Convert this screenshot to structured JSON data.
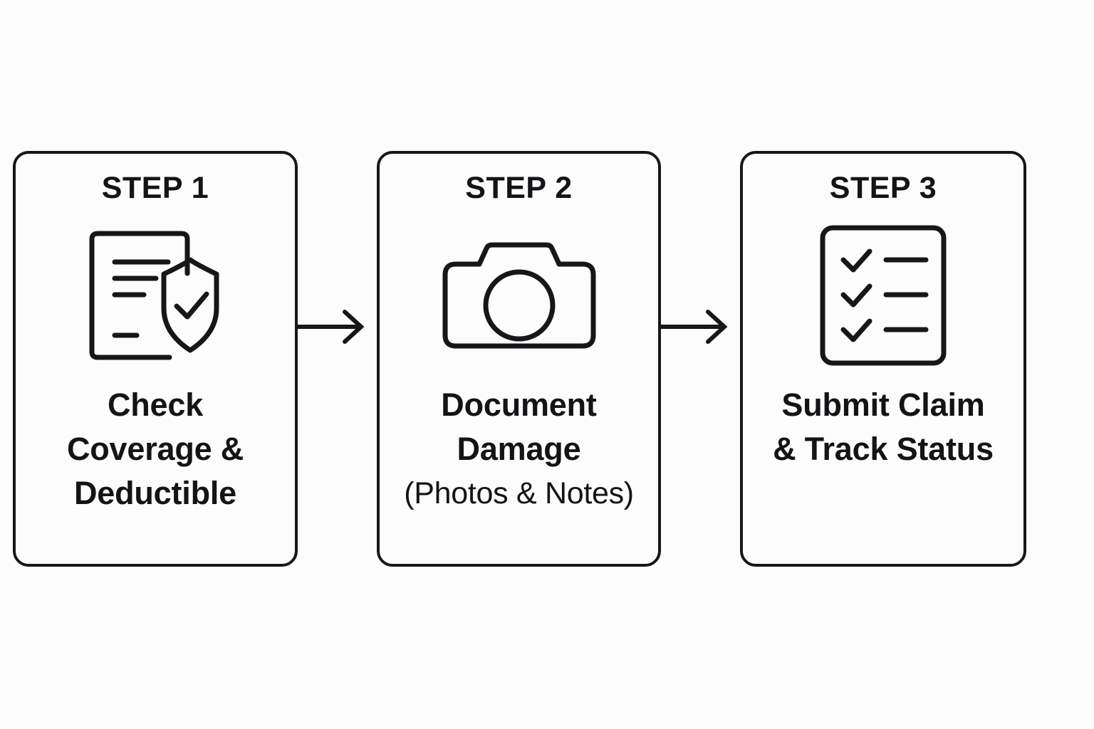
{
  "diagram": {
    "title_visible": false,
    "background_color": "#fcfcfd",
    "stroke_color": "#17171a",
    "steps": [
      {
        "step_label": "STEP 1",
        "icon": "document-shield-icon",
        "caption_line_1": "Check",
        "caption_line_2": "Coverage &",
        "caption_line_3": "Deductible",
        "caption_sub": ""
      },
      {
        "step_label": "STEP 2",
        "icon": "camera-icon",
        "caption_line_1": "Document",
        "caption_line_2": "Damage",
        "caption_line_3": "",
        "caption_sub": "(Photos & Notes)"
      },
      {
        "step_label": "STEP 3",
        "icon": "checklist-icon",
        "caption_line_1": "Submit Claim",
        "caption_line_2": "& Track Status",
        "caption_line_3": "",
        "caption_sub": ""
      }
    ],
    "connectors": [
      {
        "name": "arrow-step1-to-step2",
        "direction": "right"
      },
      {
        "name": "arrow-step2-to-step3",
        "direction": "right"
      }
    ]
  }
}
